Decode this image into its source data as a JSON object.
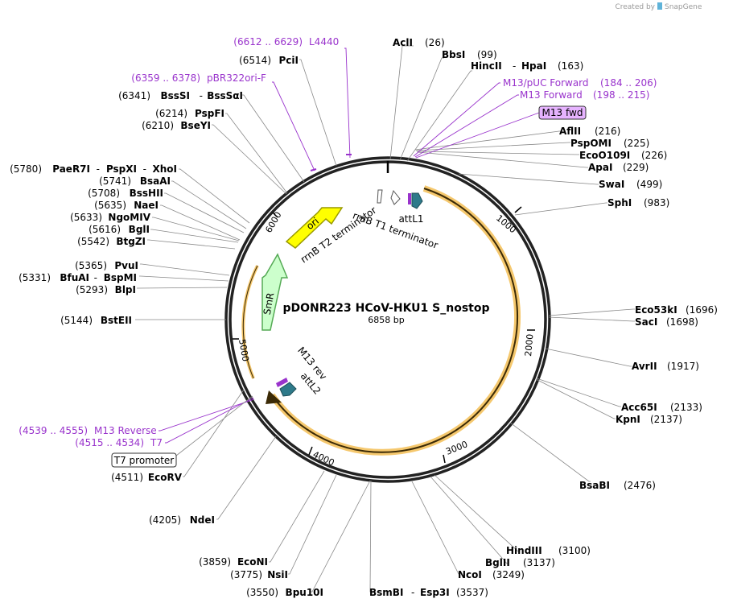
{
  "credit": {
    "prefix": "Created by",
    "brand": "SnapGene"
  },
  "plasmid": {
    "name": "pDONR223 HCoV-HKU1 S_nostop",
    "size": "6858 bp"
  },
  "ticks": [
    "1000",
    "2000",
    "3000",
    "4000",
    "5000",
    "6000"
  ],
  "features": {
    "ori": "ori",
    "smr": "SmR",
    "rrnb_t2": "rrnB T2 terminator",
    "rrnb_t1": "rrnB T1 terminator",
    "attl1": "attL1",
    "m13rev": "M13 rev",
    "attl2": "attL2"
  },
  "primer_box": {
    "m13fwd": "M13 fwd",
    "t7promoter": "T7 promoter"
  },
  "sites": [
    {
      "id": "acli",
      "name": "AclI",
      "pos": "(26)"
    },
    {
      "id": "bbsi",
      "name": "BbsI",
      "pos": "(99)"
    },
    {
      "id": "hincii",
      "name": "HincII",
      "sep": "-",
      "name2": "HpaI",
      "pos": "(163)"
    },
    {
      "id": "aflii",
      "name": "AflII",
      "pos": "(216)"
    },
    {
      "id": "pspomi",
      "name": "PspOMI",
      "pos": "(225)"
    },
    {
      "id": "eco0109i",
      "name": "EcoO109I",
      "pos": "(226)"
    },
    {
      "id": "apai",
      "name": "ApaI",
      "pos": "(229)"
    },
    {
      "id": "swai",
      "name": "SwaI",
      "pos": "(499)"
    },
    {
      "id": "sphi",
      "name": "SphI",
      "pos": "(983)"
    },
    {
      "id": "eco53ki",
      "name": "Eco53kI",
      "pos": "(1696)"
    },
    {
      "id": "saci",
      "name": "SacI",
      "pos": "(1698)"
    },
    {
      "id": "avrii",
      "name": "AvrII",
      "pos": "(1917)"
    },
    {
      "id": "acc65i",
      "name": "Acc65I",
      "pos": "(2133)"
    },
    {
      "id": "kpni",
      "name": "KpnI",
      "pos": "(2137)"
    },
    {
      "id": "bsabi",
      "name": "BsaBI",
      "pos": "(2476)"
    },
    {
      "id": "hindiii",
      "name": "HindIII",
      "pos": "(3100)"
    },
    {
      "id": "bglii",
      "name": "BglII",
      "pos": "(3137)"
    },
    {
      "id": "ncoi",
      "name": "NcoI",
      "pos": "(3249)"
    },
    {
      "id": "bsmbi",
      "name": "BsmBI",
      "sep": "-",
      "name2": "Esp3I",
      "pos": "(3537)"
    },
    {
      "id": "bpu10i",
      "name": "Bpu10I",
      "pos": "(3550)"
    },
    {
      "id": "nsii",
      "name": "NsiI",
      "pos": "(3775)"
    },
    {
      "id": "econi",
      "name": "EcoNI",
      "pos": "(3859)"
    },
    {
      "id": "ndei",
      "name": "NdeI",
      "pos": "(4205)"
    },
    {
      "id": "ecorv",
      "name": "EcoRV",
      "pos": "(4511)"
    },
    {
      "id": "bsteii",
      "name": "BstEII",
      "pos": "(5144)"
    },
    {
      "id": "blpi",
      "name": "BlpI",
      "pos": "(5293)"
    },
    {
      "id": "bfuai",
      "name": "BfuAI",
      "sep": "-",
      "name2": "BspMI",
      "pos": "(5331)"
    },
    {
      "id": "pvui",
      "name": "PvuI",
      "pos": "(5365)"
    },
    {
      "id": "btgzi",
      "name": "BtgZI",
      "pos": "(5542)"
    },
    {
      "id": "bgli",
      "name": "BglI",
      "pos": "(5616)"
    },
    {
      "id": "ngomiv",
      "name": "NgoMIV",
      "pos": "(5633)"
    },
    {
      "id": "naei",
      "name": "NaeI",
      "pos": "(5635)"
    },
    {
      "id": "bsshii",
      "name": "BssHII",
      "pos": "(5708)"
    },
    {
      "id": "bsaai",
      "name": "BsaAI",
      "pos": "(5741)"
    },
    {
      "id": "paer7i",
      "name": "PaeR7I",
      "sep": "-",
      "name2": "PspXI",
      "sep2": "-",
      "name3": "XhoI",
      "pos": "(5780)"
    },
    {
      "id": "bseyi",
      "name": "BseYI",
      "pos": "(6210)"
    },
    {
      "id": "pspfi",
      "name": "PspFI",
      "pos": "(6214)"
    },
    {
      "id": "bsssi",
      "name": "BssSI",
      "sep": "-",
      "name2": "BssSαI",
      "pos": "(6341)"
    },
    {
      "id": "pcii",
      "name": "PciI",
      "pos": "(6514)"
    }
  ],
  "primers": [
    {
      "id": "l4440",
      "name": "L4440",
      "pos": "(6612 .. 6629)"
    },
    {
      "id": "pbr322",
      "name": "pBR322ori-F",
      "pos": "(6359 .. 6378)"
    },
    {
      "id": "m13puc",
      "name": "M13/pUC Forward",
      "pos": "(184 .. 206)"
    },
    {
      "id": "m13fwd",
      "name": "M13 Forward",
      "pos": "(198 .. 215)"
    },
    {
      "id": "m13rev",
      "name": "M13 Reverse",
      "pos": "(4539 .. 4555)"
    },
    {
      "id": "t7",
      "name": "T7",
      "pos": "(4515 .. 4534)"
    }
  ],
  "colors": {
    "ori": "#ffff00",
    "smr": "#ccffcc",
    "orf": "#f5c86e",
    "att": "#2e7a8a",
    "primer": "#9933cc",
    "primer_box": "#e6b3ff"
  }
}
